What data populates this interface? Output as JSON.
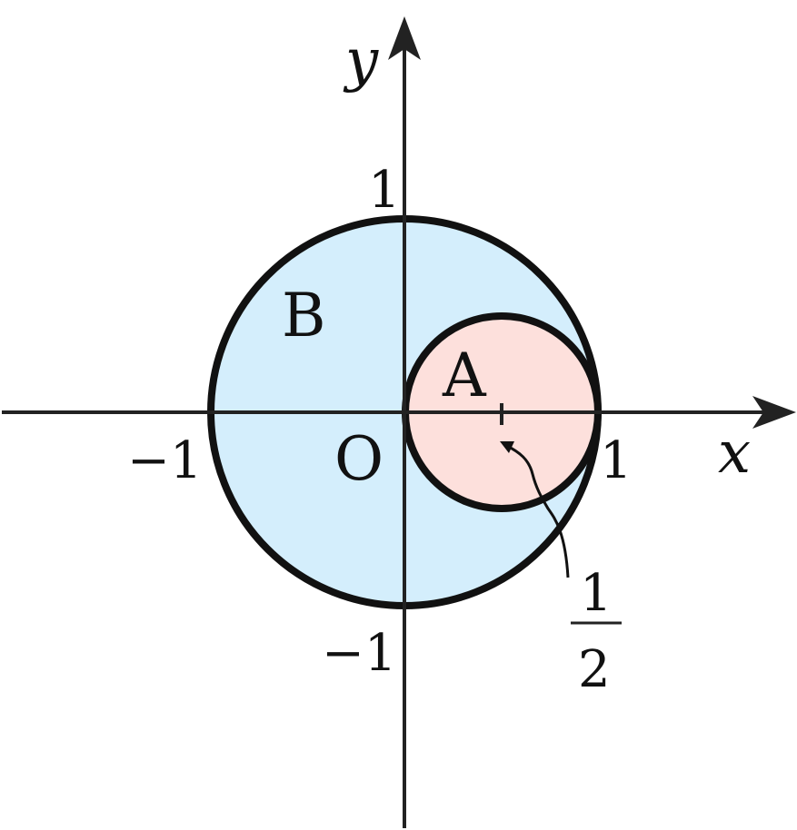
{
  "colors": {
    "disk_b_fill": "#d4eefc",
    "disk_a_fill": "#fde0dc",
    "outline": "#111111",
    "axes": "#222222"
  },
  "disks": {
    "b": {
      "label": "B",
      "center": [
        0,
        0
      ],
      "radius": 1
    },
    "a": {
      "label": "A",
      "center": [
        0.5,
        0
      ],
      "radius": 0.5
    }
  },
  "axes": {
    "x_label": "x",
    "y_label": "y",
    "origin_label": "O"
  },
  "ticks": {
    "x_neg": "−1",
    "x_pos": "1",
    "y_pos": "1",
    "y_neg": "−1"
  },
  "annotation": {
    "numerator": "1",
    "denominator": "2",
    "points_to": [
      0.5,
      0
    ]
  }
}
